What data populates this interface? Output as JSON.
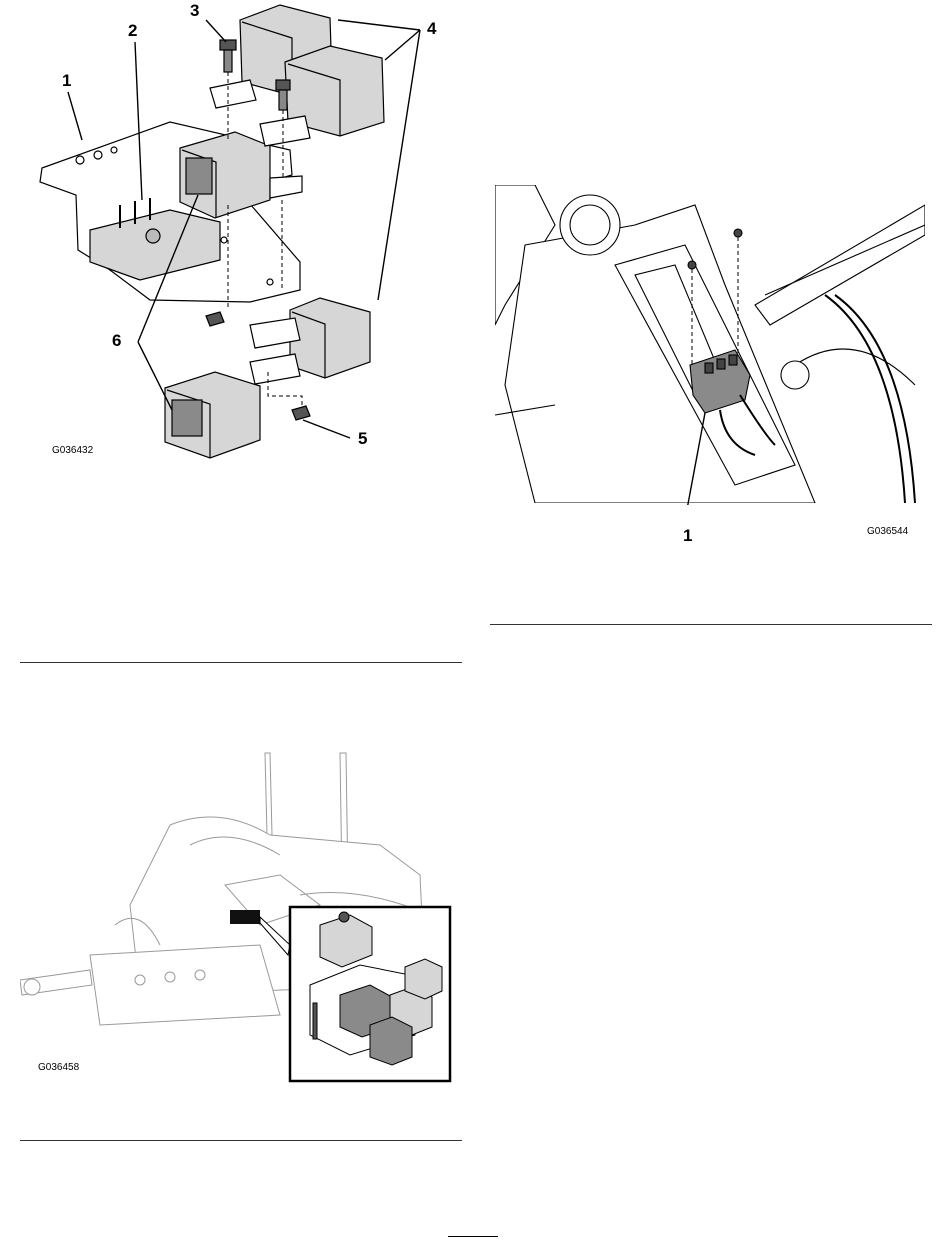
{
  "figure_relay_assembly": {
    "id_label": "G036432",
    "callouts": [
      "1",
      "2",
      "3",
      "4",
      "5",
      "6"
    ]
  },
  "figure_connector_location": {
    "id_label": "G036544",
    "callouts": [
      "1"
    ]
  },
  "figure_machine_overview": {
    "id_label": "G036458"
  },
  "colors": {
    "part_fill": "#d6d6d6",
    "part_dark": "#8a8a8a",
    "line": "#000000",
    "faded_line": "#9a9a9a"
  }
}
